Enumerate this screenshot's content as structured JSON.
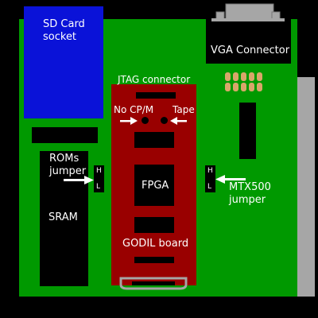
{
  "colors": {
    "background": "#000000",
    "board": "#009900",
    "sd_card": "#0a12d8",
    "godil": "#990000",
    "right_panel": "#a6a6a6",
    "vga_pins": "#d9a66a",
    "text": "#ffffff"
  },
  "labels": {
    "sd_card_line1": "SD Card",
    "sd_card_line2": "socket",
    "vga_connector": "VGA Connector",
    "jtag_connector": "JTAG connector",
    "no_cpm": "No CP/M",
    "tape": "Tape",
    "roms_line1": "ROMs",
    "roms_line2": "jumper",
    "sram": "SRAM",
    "fpga": "FPGA",
    "godil_board": "GODIL board",
    "mtx500_line1": "MTX500",
    "mtx500_line2": "jumper",
    "high": "H",
    "low": "L"
  },
  "icons": {
    "arrow": "arrow-icon",
    "dot": "jumper-dot-icon",
    "pin": "connector-pin-icon"
  }
}
